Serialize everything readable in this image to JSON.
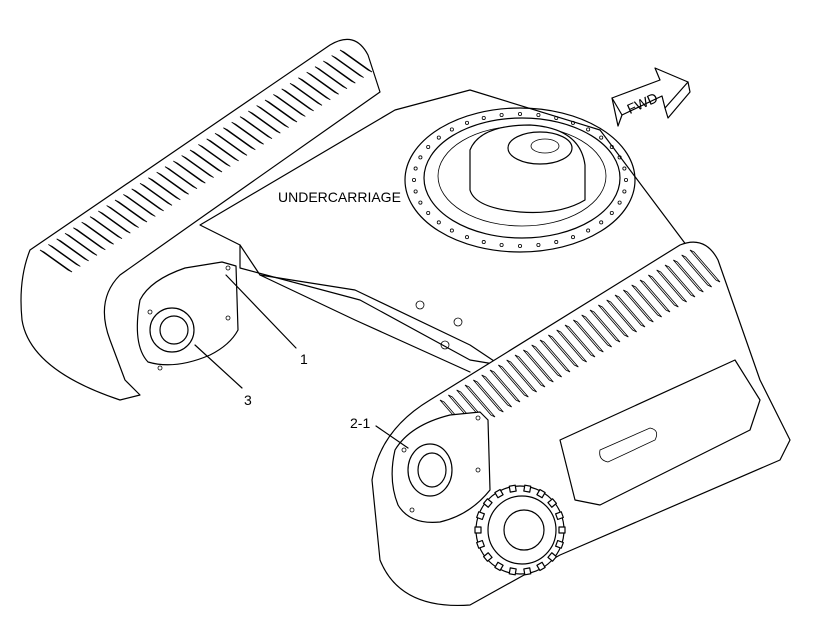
{
  "title": "UNDERCARRIAGE",
  "direction_arrow": {
    "label": "FWD"
  },
  "callouts": [
    {
      "id": "1",
      "text": "1"
    },
    {
      "id": "3",
      "text": "3"
    },
    {
      "id": "2-1",
      "text": "2-1"
    }
  ]
}
